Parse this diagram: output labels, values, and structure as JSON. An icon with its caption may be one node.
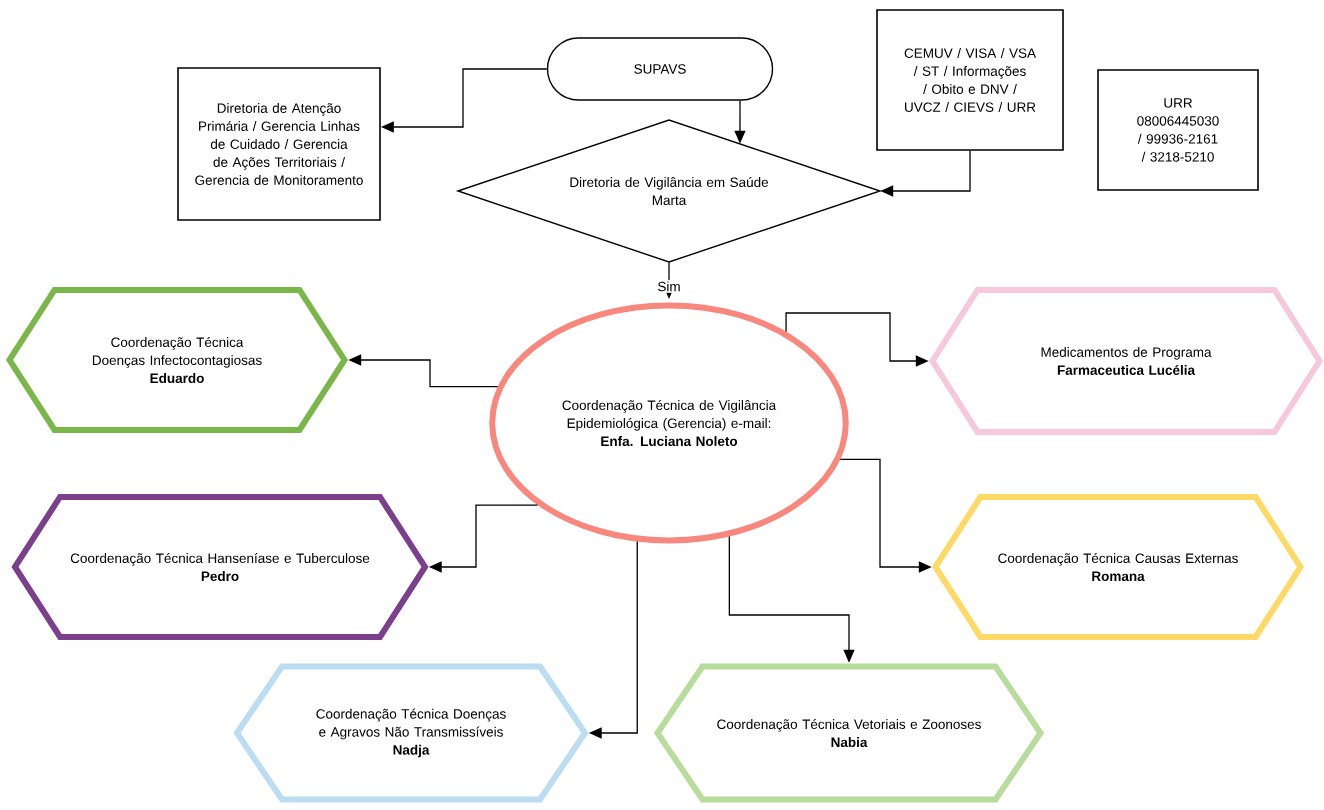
{
  "diagram": {
    "nodes": [
      {
        "text": [
          "SUPAVS"
        ]
      },
      {
        "text": [
          "Diretoria de Atenção Primária / Gerencia Linhas de Cuidado / Gerencia de Ações Territoriais / Gerencia de Monitoramento"
        ]
      },
      {
        "text": [
          "CEMUV / VISA / VSA / ST / Informações / Obito e DNV / UVCZ / CIEVS / URR"
        ]
      },
      {
        "text": [
          "URR 08006445030 / 99936-2161 / 3218-5210"
        ]
      },
      {
        "text": [
          "Diretoria de Vigilância em Saúde",
          "Marta"
        ]
      },
      {
        "text": [
          "Coordenação Técnica de Vigilância Epidemiológica (Gerencia) e-mail:",
          "Enfa. Luciana Noleto"
        ]
      },
      {
        "text": [
          "Coordenação Técnica Doenças Infectocontagiosas",
          "Eduardo"
        ]
      },
      {
        "text": [
          "Medicamentos de Programa",
          "Farmaceutica Lucélia"
        ]
      },
      {
        "text": [
          "Coordenação Técnica Hanseníase e Tuberculose",
          "Pedro"
        ]
      },
      {
        "text": [
          "Coordenação Técnica Causas Externas",
          "Romana"
        ]
      },
      {
        "text": [
          "Coordenação Técnica Doenças e Agravos Não Transmissíveis",
          "Nadja"
        ]
      },
      {
        "text": [
          "Coordenação Técnica Vetoriais e Zoonoses",
          "Nabia"
        ]
      }
    ],
    "edges": [
      {
        "from": 0,
        "to": 1,
        "arrow": "to"
      },
      {
        "from": 0,
        "to": 4,
        "arrow": "to"
      },
      {
        "from": 2,
        "to": 4,
        "arrow": "to"
      },
      {
        "from": 4,
        "to": 5,
        "arrow": "to",
        "label": "Sim"
      },
      {
        "from": 5,
        "to": 6,
        "arrow": "to"
      },
      {
        "from": 5,
        "to": 7,
        "arrow": "to"
      },
      {
        "from": 5,
        "to": 8,
        "arrow": "to"
      },
      {
        "from": 5,
        "to": 9,
        "arrow": "to"
      },
      {
        "from": 5,
        "to": 10,
        "arrow": "to"
      },
      {
        "from": 5,
        "to": 11,
        "arrow": "to"
      }
    ]
  }
}
